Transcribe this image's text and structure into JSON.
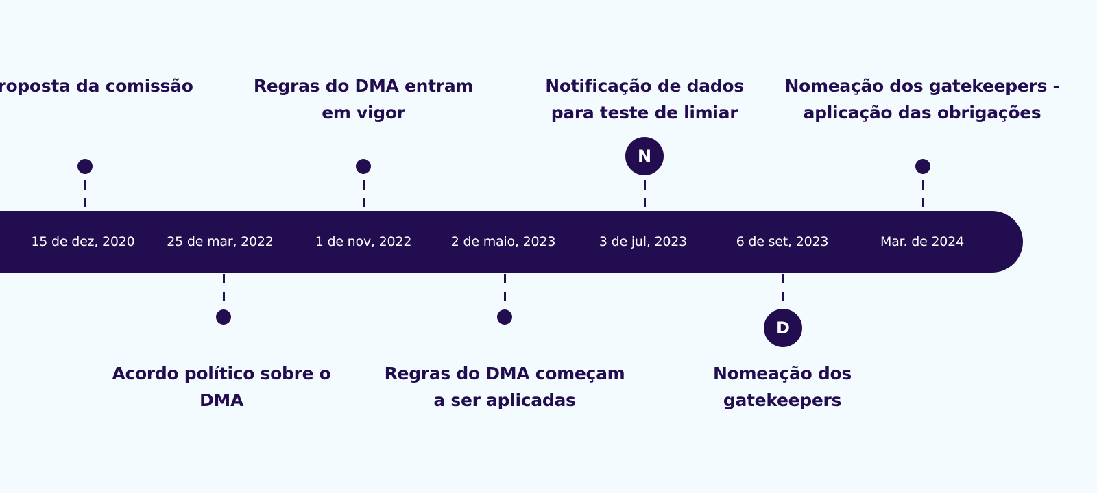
{
  "colors": {
    "background": "#f3fbfe",
    "primary": "#210d4f",
    "bar_text": "#ffffff"
  },
  "dates": [
    "15 de dez, 2020",
    "25 de mar, 2022",
    "1 de nov, 2022",
    "2 de maio, 2023",
    "3 de jul, 2023",
    "6 de set, 2023",
    "Mar. de 2024"
  ],
  "events": [
    {
      "title": "Proposta da comissão",
      "position": "above",
      "marker": "dot"
    },
    {
      "title": "Acordo político sobre o DMA",
      "position": "below",
      "marker": "dot"
    },
    {
      "title": "Regras do DMA entram em vigor",
      "position": "above",
      "marker": "dot"
    },
    {
      "title": "Regras do DMA começam a ser aplicadas",
      "position": "below",
      "marker": "dot"
    },
    {
      "title": "Notificação de dados para teste de limiar",
      "position": "above",
      "marker": "badge",
      "badge": "N"
    },
    {
      "title": "Nomeação dos gatekeepers",
      "position": "below",
      "marker": "badge",
      "badge": "D"
    },
    {
      "title": "Nomeação dos gatekeepers - aplicação das obrigações",
      "position": "above",
      "marker": "dot"
    }
  ]
}
